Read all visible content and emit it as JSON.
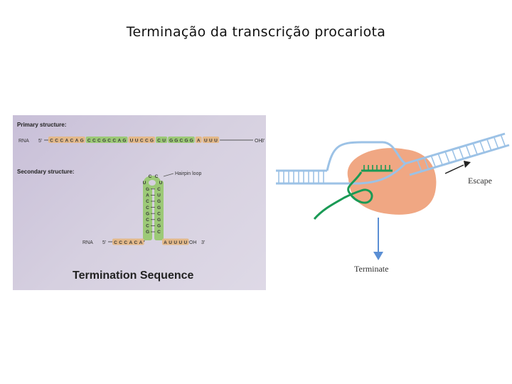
{
  "title": "Terminação da transcrição procariota",
  "left_panel": {
    "primary_label": "Primary structure:",
    "secondary_label": "Secondary structure:",
    "rna_label": "RNA",
    "five_prime": "5'",
    "three_prime": "3'",
    "oh_label": "OH",
    "primary_segments": [
      {
        "seq": "CCCACAG",
        "color": "#e3b98a"
      },
      {
        "seq": "CCCGCCAG",
        "color": "#9cc977"
      },
      {
        "seq": "UUCCG",
        "color": "#e3b98a"
      },
      {
        "seq": "CU",
        "color": "#9cc977"
      },
      {
        "seq": "GGCGG",
        "color": "#9cc977"
      },
      {
        "seq": "A",
        "color": "#e3b98a"
      },
      {
        "seq": "UUU",
        "color": "#e3b98a"
      }
    ],
    "hairpin_loop_label": "Hairpin loop",
    "loop_letters": [
      "U",
      "C",
      "C",
      "U"
    ],
    "stem_left": [
      "G",
      "A",
      "C",
      "C",
      "G",
      "C",
      "C",
      "G"
    ],
    "stem_right": [
      "C",
      "U",
      "G",
      "G",
      "C",
      "G",
      "G",
      "C"
    ],
    "secondary_5_seq": "CCCACA",
    "secondary_3_seq": "AUUUU",
    "caption": "Termination Sequence"
  },
  "right_diagram": {
    "escape_label": "Escape",
    "terminate_label": "Terminate"
  },
  "colors": {
    "rnap": "#f0a783",
    "dna": "#9cc2e6",
    "rna": "#1a9a55",
    "arrow": "#5b8fd4",
    "green_box": "#9cc977",
    "tan_box": "#e3b98a"
  }
}
